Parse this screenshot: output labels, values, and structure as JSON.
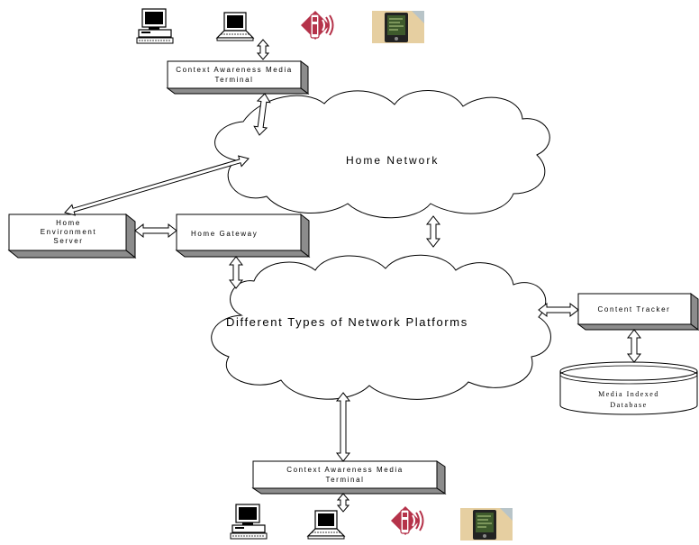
{
  "terminal_top": {
    "line1": "Context Awareness Media",
    "line2": "Terminal"
  },
  "terminal_bottom": {
    "line1": "Context Awareness Media",
    "line2": "Terminal"
  },
  "home_network": {
    "label": "Home Network"
  },
  "platforms": {
    "label": "Different Types of Network Platforms"
  },
  "home_env_server": {
    "line1": "Home",
    "line2": "Environment",
    "line3": "Server"
  },
  "home_gateway": {
    "label": "Home Gateway"
  },
  "content_tracker": {
    "label": "Content Tracker"
  },
  "media_db": {
    "line1": "Media Indexed",
    "line2": "Database"
  },
  "devices": [
    "desktop-computer-icon",
    "laptop-icon",
    "mobile-phone-icon",
    "pda-icon"
  ],
  "colors": {
    "box_shadow": "#8c8c8c",
    "phone": "#b5334a",
    "pda_bg": "#e6cfa1",
    "pda_screen": "#3e5a2c"
  }
}
